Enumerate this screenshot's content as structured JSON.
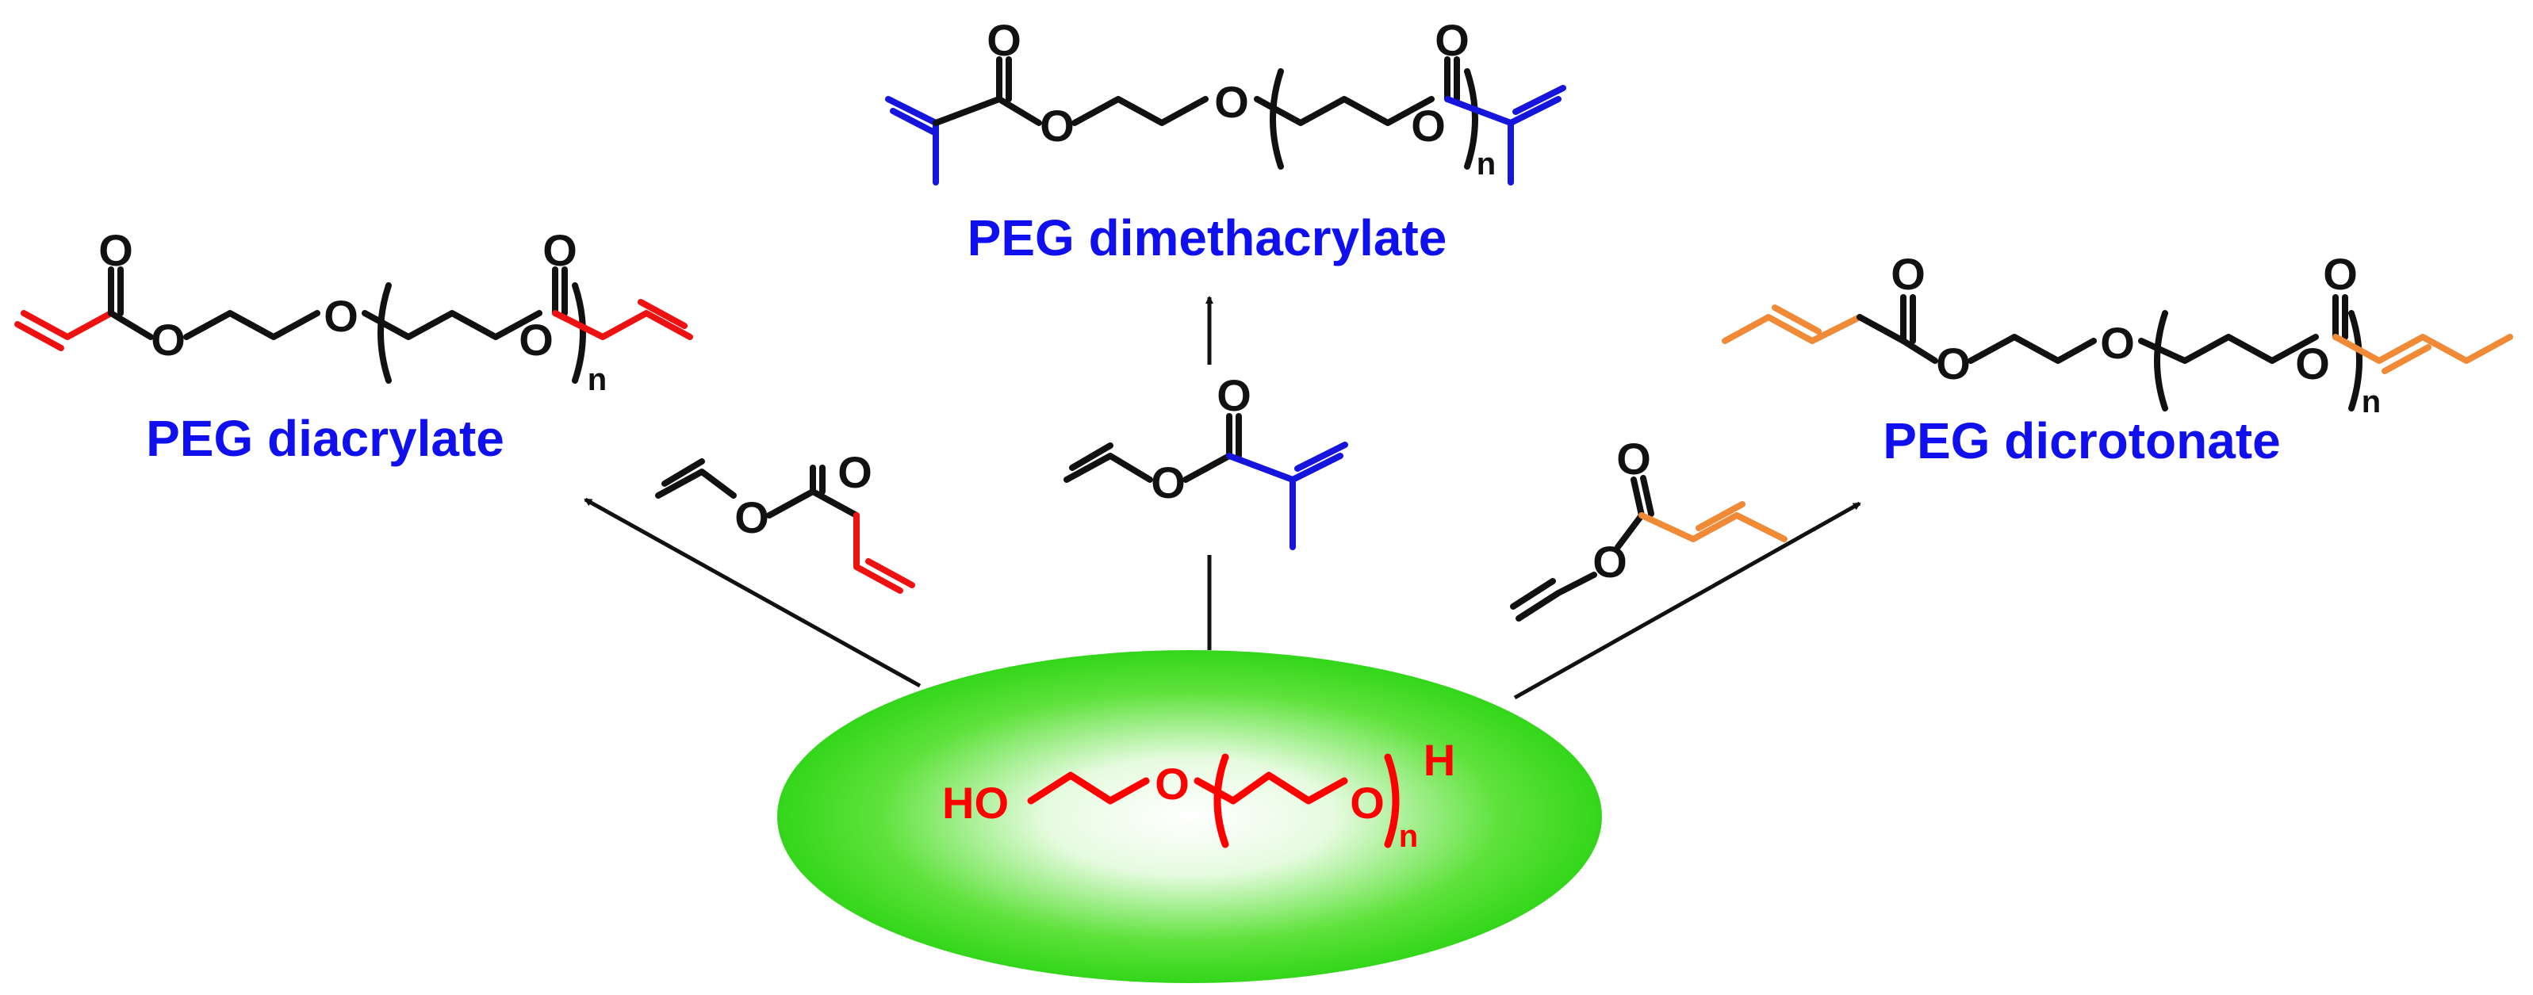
{
  "colors": {
    "black": "#111111",
    "label_blue": "#1010ee",
    "acrylate_red": "#ee1111",
    "methacrylate_blue": "#1515dd",
    "crotonate_orange": "#f08a36",
    "peg_red": "#ff0000",
    "ellipse_edge": "#33d61a",
    "ellipse_center": "#ffffff"
  },
  "atoms": {
    "oxygen": "O",
    "hydrogen": "H",
    "hydroxyl": "HO",
    "repeat": "n"
  },
  "products": {
    "diacrylate": {
      "label": "PEG diacrylate"
    },
    "dimethacrylate": {
      "label": "PEG dimethacrylate"
    },
    "dicrotonate": {
      "label": "PEG dicrotonate"
    }
  }
}
